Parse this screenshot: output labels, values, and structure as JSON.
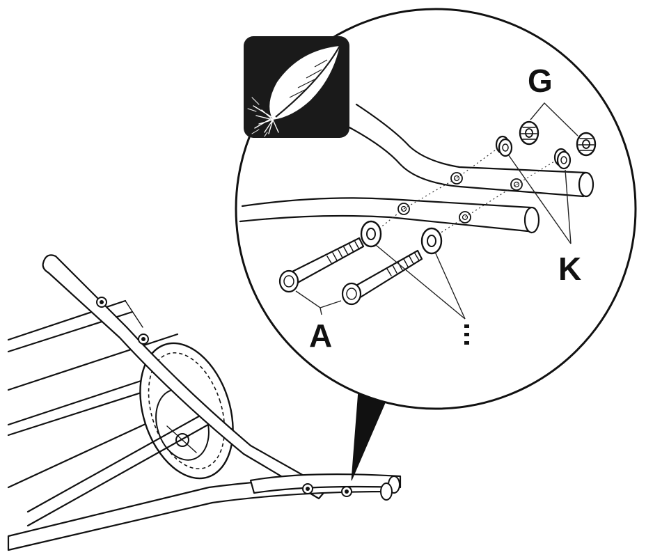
{
  "callout_labels": {
    "a": "A",
    "g": "G",
    "k": "K"
  },
  "icon": {
    "name": "feather-icon",
    "background": "#1a1a1a",
    "foreground": "#ffffff"
  },
  "colors": {
    "ink": "#111111",
    "paper": "#ffffff"
  }
}
